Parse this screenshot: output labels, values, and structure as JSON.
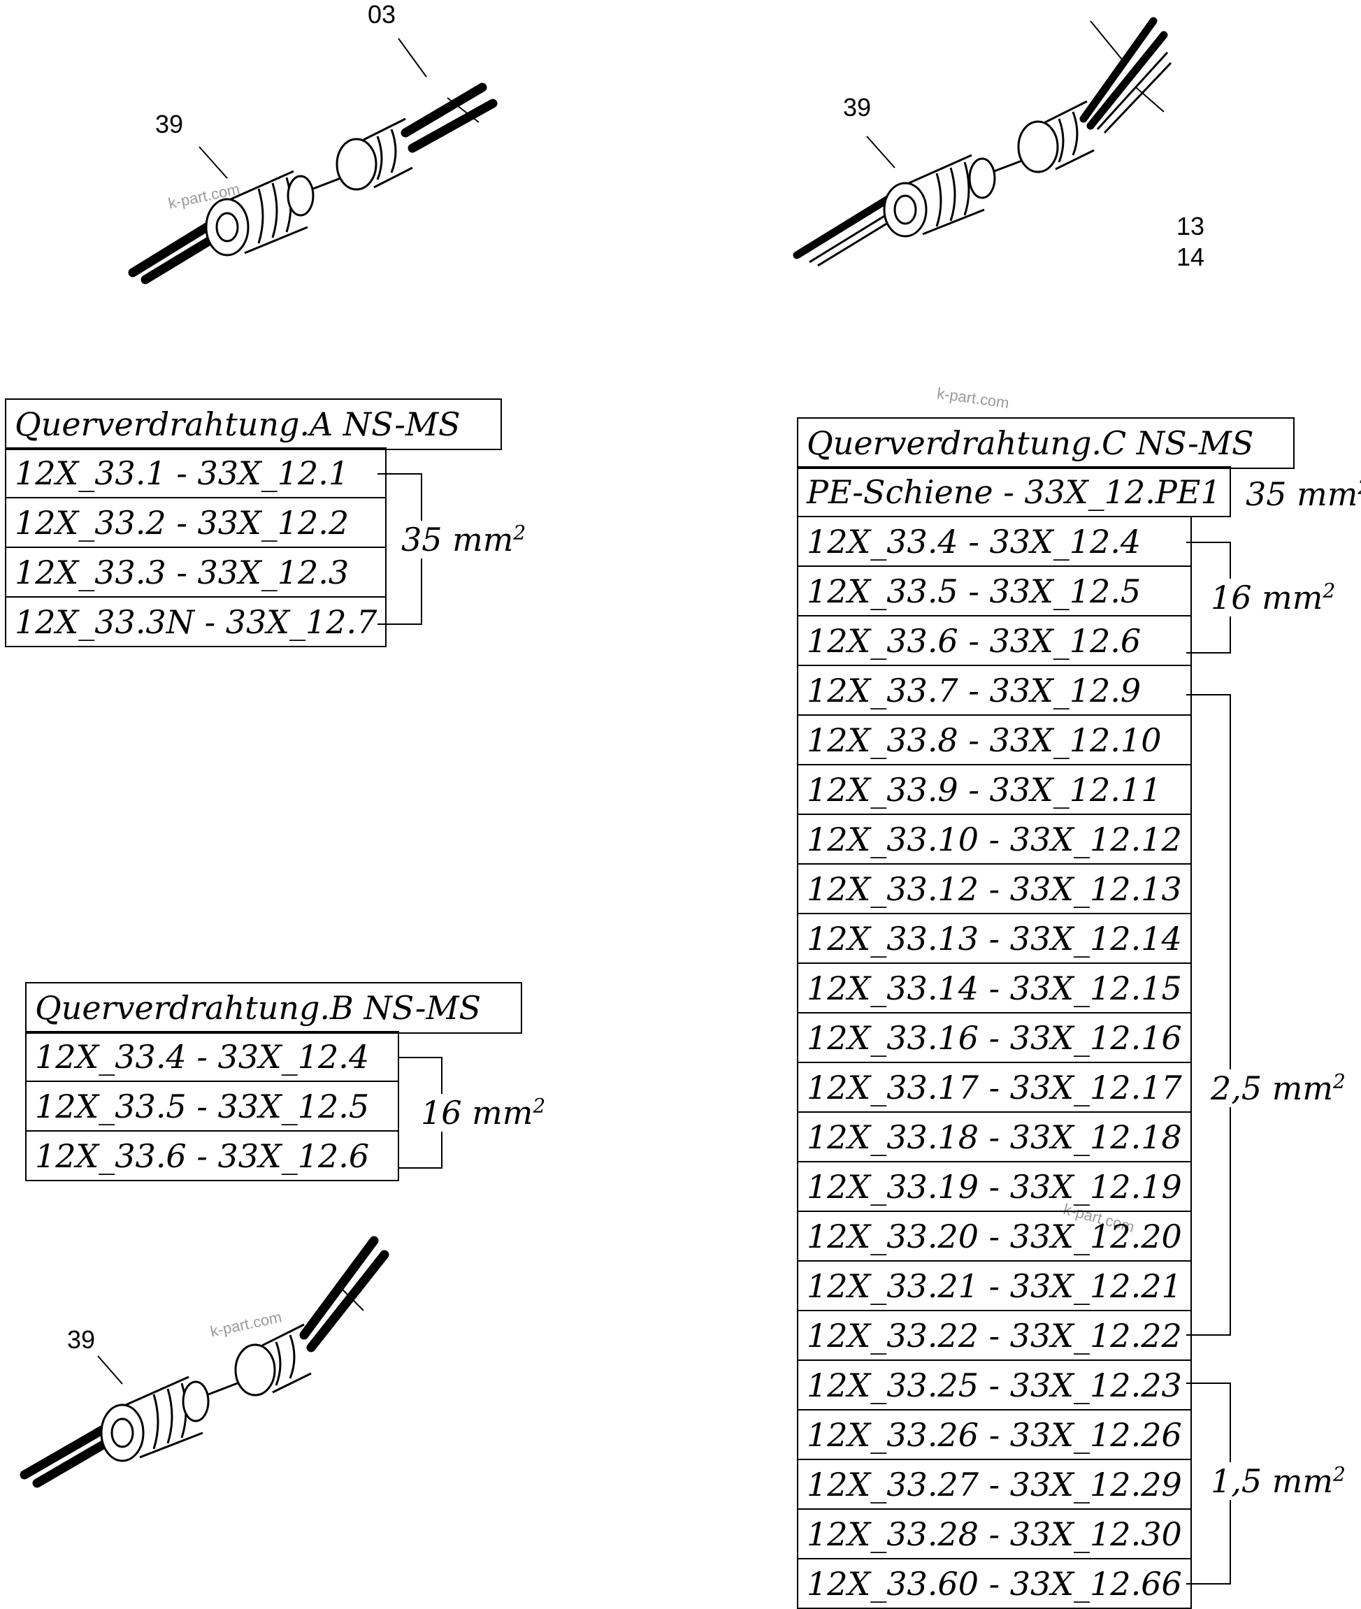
{
  "callouts": {
    "a": "03",
    "b": "39",
    "c": "39",
    "d": "13",
    "e": "14",
    "f": "39"
  },
  "watermark": "k-part.com",
  "table_a": {
    "title": "Querverdrahtung.A NS-MS",
    "rows": [
      "12X_33.1 - 33X_12.1",
      "12X_33.2 - 33X_12.2",
      "12X_33.3 - 33X_12.3",
      "12X_33.3N - 33X_12.7"
    ],
    "group_label": "35 mm"
  },
  "table_b": {
    "title": "Querverdrahtung.B NS-MS",
    "rows": [
      "12X_33.4 - 33X_12.4",
      "12X_33.5 - 33X_12.5",
      "12X_33.6 - 33X_12.6"
    ],
    "group_label": "16 mm"
  },
  "table_c": {
    "title": "Querverdrahtung.C NS-MS",
    "pe_row": "PE-Schiene - 33X_12.PE1",
    "pe_label": "35 mm",
    "rows": [
      "12X_33.4 - 33X_12.4",
      "12X_33.5 - 33X_12.5",
      "12X_33.6 - 33X_12.6",
      "12X_33.7 - 33X_12.9",
      "12X_33.8 - 33X_12.10",
      "12X_33.9 - 33X_12.11",
      "12X_33.10 - 33X_12.12",
      "12X_33.12 - 33X_12.13",
      "12X_33.13 - 33X_12.14",
      "12X_33.14 - 33X_12.15",
      "12X_33.16 - 33X_12.16",
      "12X_33.17 - 33X_12.17",
      "12X_33.18 - 33X_12.18",
      "12X_33.19 - 33X_12.19",
      "12X_33.20 - 33X_12.20",
      "12X_33.21 - 33X_12.21",
      "12X_33.22 - 33X_12.22",
      "12X_33.25 - 33X_12.23",
      "12X_33.26 - 33X_12.26",
      "12X_33.27 - 33X_12.29",
      "12X_33.28 - 33X_12.30",
      "12X_33.60 - 33X_12.66"
    ],
    "group_labels": [
      "16 mm",
      "2,5 mm",
      "1,5 mm"
    ]
  },
  "superscript": "2"
}
